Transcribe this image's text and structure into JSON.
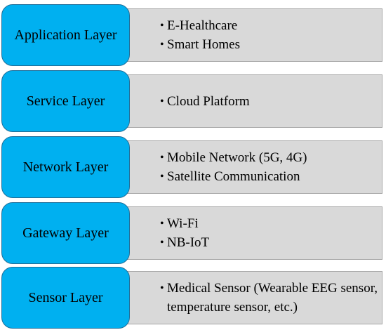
{
  "layers": [
    {
      "label": "Application Layer",
      "items": [
        "E-Healthcare",
        "Smart Homes"
      ]
    },
    {
      "label": "Service Layer",
      "items": [
        "Cloud Platform"
      ]
    },
    {
      "label": "Network Layer",
      "items": [
        "Mobile Network (5G, 4G)",
        "Satellite Communication"
      ]
    },
    {
      "label": "Gateway Layer",
      "items": [
        "Wi-Fi",
        "NB-IoT"
      ]
    },
    {
      "label": "Sensor Layer",
      "items": [
        "Medical Sensor (Wearable EEG sensor, temperature sensor, etc.)"
      ]
    }
  ],
  "colors": {
    "label_fill": "#00b0f0",
    "content_fill": "#d9d9d9"
  }
}
